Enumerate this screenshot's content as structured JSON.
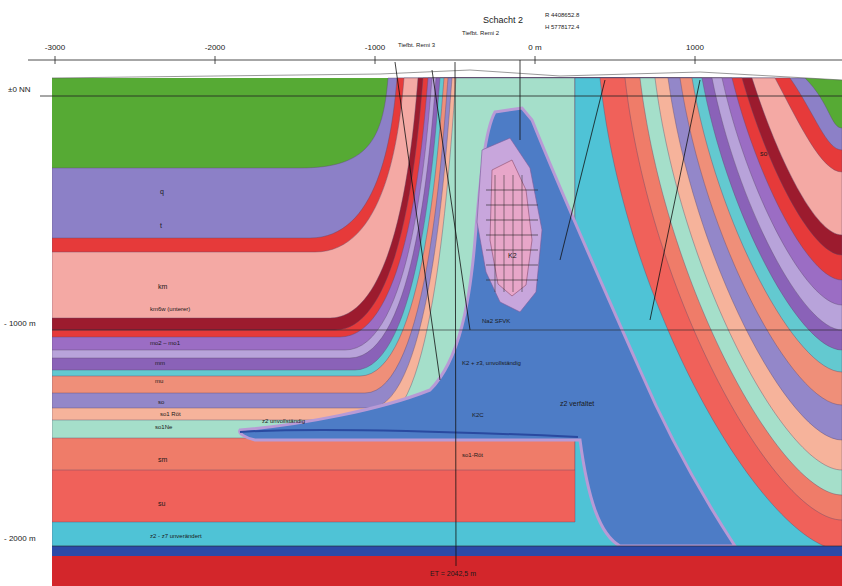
{
  "diagram": {
    "labels": [
      "-3000",
      "-2000",
      "-1000",
      "0 m",
      "1000",
      "Schacht 2",
      "R 4408652.8",
      "H 5778172.4",
      "Tiefbt. Remi 2",
      "Tiefbt. Remi 3",
      "±0 NN",
      "- 1000 m",
      "- 2000 m",
      "q",
      "t",
      "km",
      "km6w (unterer)",
      "mo2 – mo1",
      "mm",
      "mu",
      "so",
      "so1 Röt",
      "so1Ne",
      "sm",
      "su",
      "z2 - z7 unverändert",
      "ET = 2042,5 m",
      "z2 verfaltet",
      "K2 + z3, unvollständig",
      "Na2 SFVK",
      "K2C",
      "so1-Röt",
      "z2 unvollständig",
      "K2",
      "so"
    ]
  }
}
